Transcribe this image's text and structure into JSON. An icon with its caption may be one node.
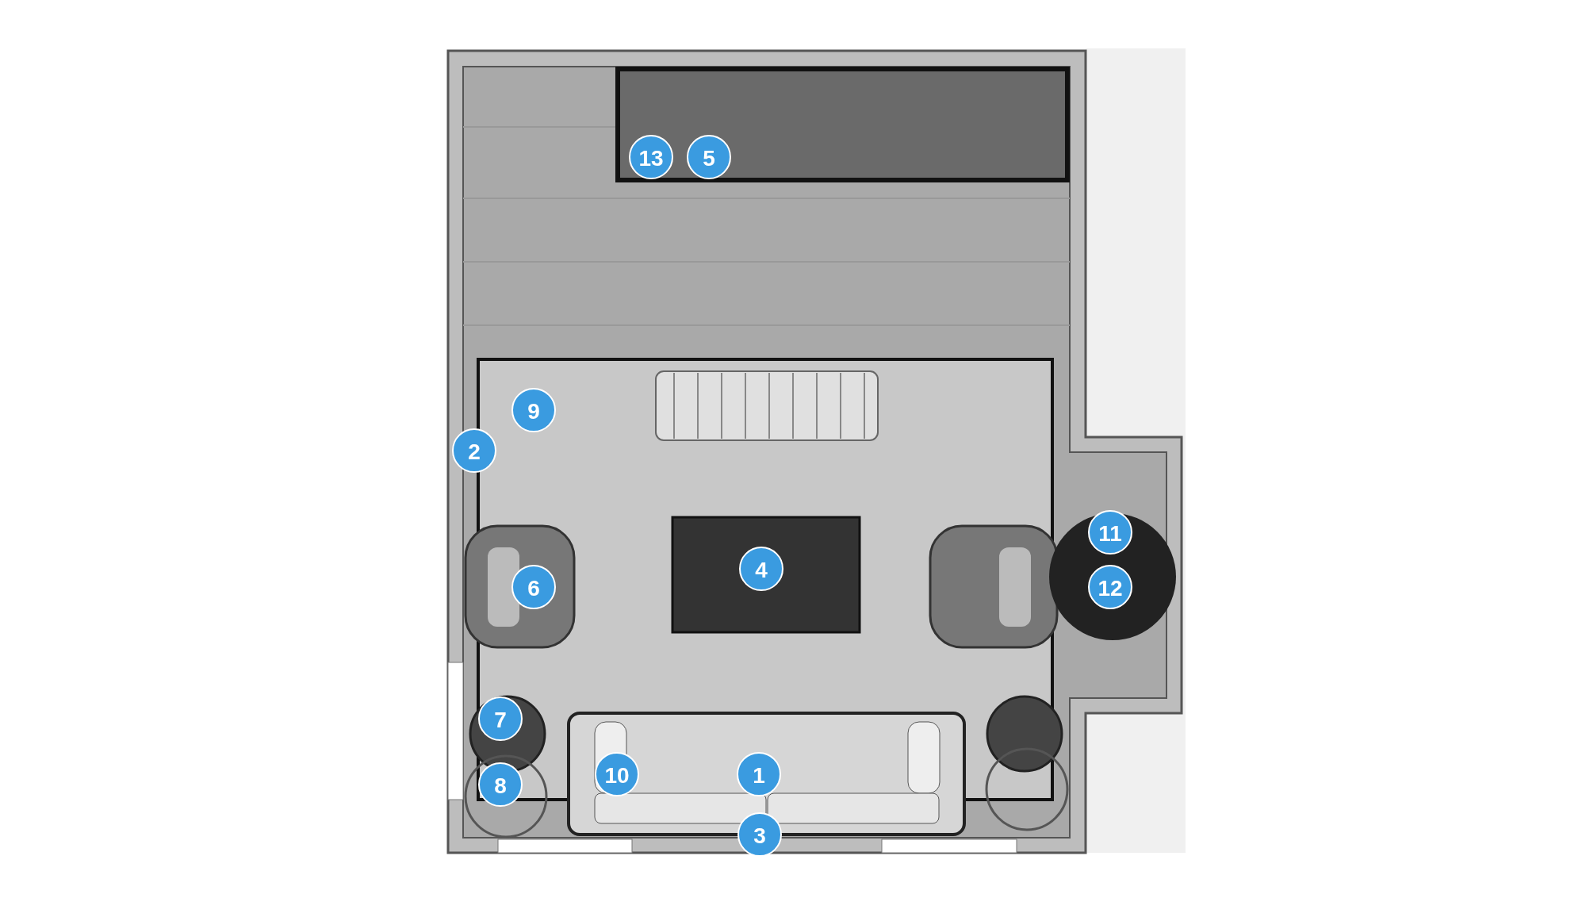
{
  "diagram": {
    "labels": [
      "13",
      "5",
      "9",
      "2",
      "11",
      "4",
      "6",
      "12",
      "7",
      "10",
      "1",
      "8",
      "3"
    ]
  }
}
